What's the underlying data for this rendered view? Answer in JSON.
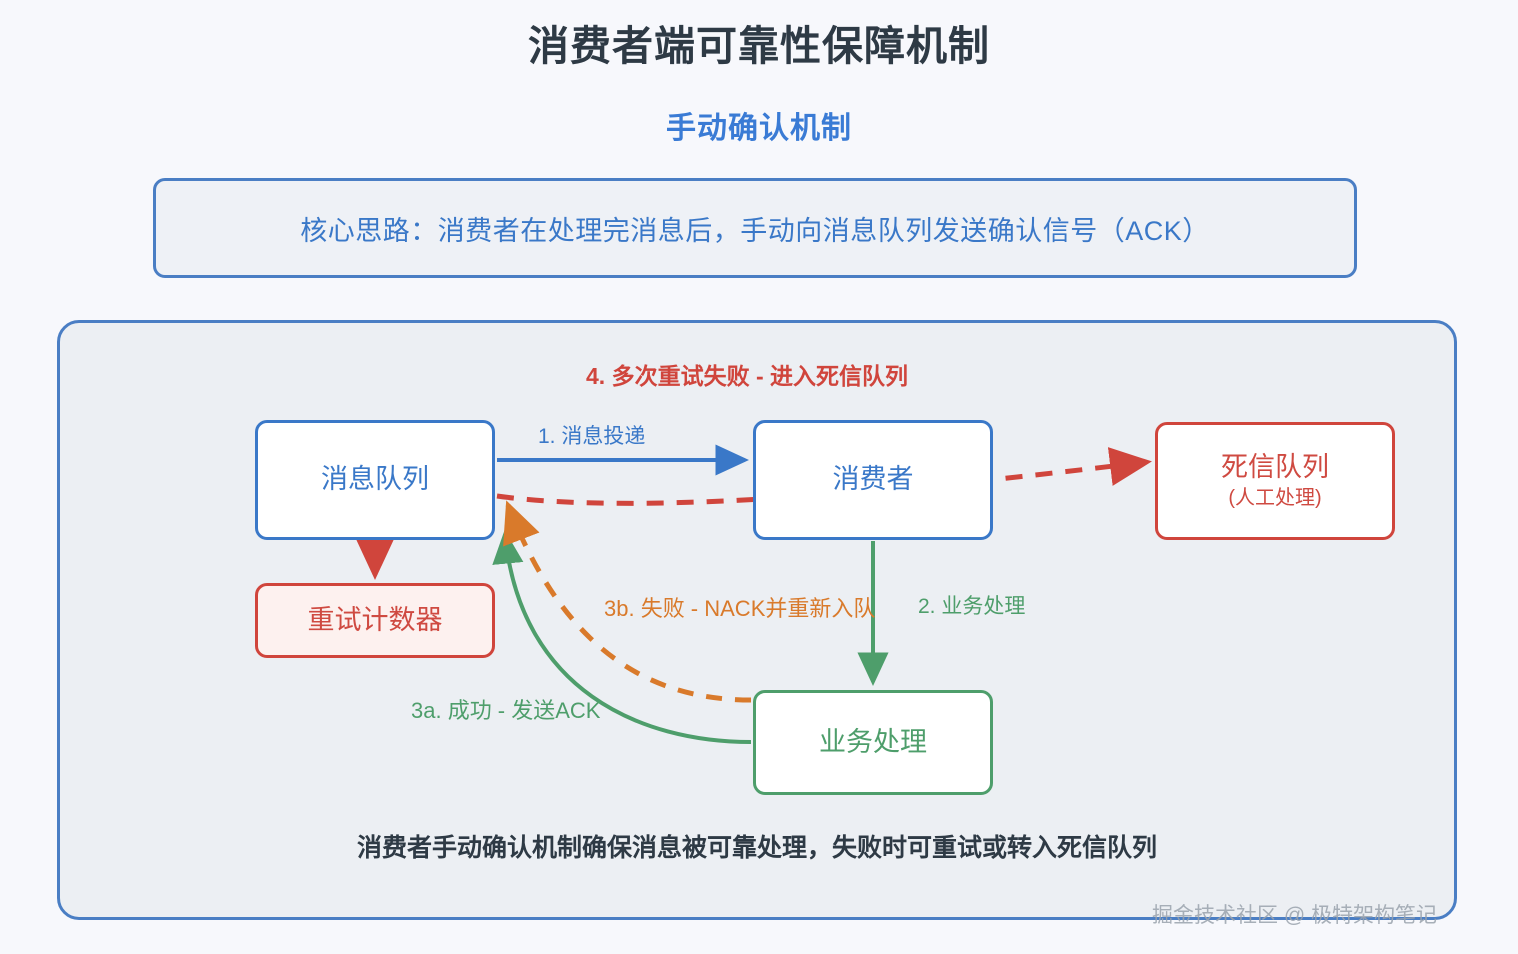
{
  "page": {
    "title": "消费者端可靠性保障机制",
    "subtitle": "手动确认机制",
    "background_color": "#f7f8fc"
  },
  "core_banner": {
    "text": "核心思路：消费者在处理完消息后，手动向消息队列发送确认信号（ACK）",
    "border_color": "#4a7ec4",
    "text_color": "#3a78c8"
  },
  "diagram": {
    "nodes": [
      {
        "id": "mq",
        "label": "消息队列",
        "sublabel": "",
        "color": "#3a78c8"
      },
      {
        "id": "consumer",
        "label": "消费者",
        "sublabel": "",
        "color": "#3a78c8"
      },
      {
        "id": "dlq",
        "label": "死信队列",
        "sublabel": "(人工处理)",
        "color": "#cf4a41"
      },
      {
        "id": "retry",
        "label": "重试计数器",
        "sublabel": "",
        "color": "#cf4a41"
      },
      {
        "id": "business",
        "label": "业务处理",
        "sublabel": "",
        "color": "#4e9e6b"
      }
    ],
    "edges": [
      {
        "id": "deliver",
        "label": "1. 消息投递",
        "from": "mq",
        "to": "consumer",
        "color": "#3a78c8",
        "style": "solid"
      },
      {
        "id": "business",
        "label": "2. 业务处理",
        "from": "consumer",
        "to": "business",
        "color": "#4e9e6b",
        "style": "solid"
      },
      {
        "id": "ack",
        "label": "3a. 成功 - 发送ACK",
        "from": "business",
        "to": "mq",
        "color": "#4e9e6b",
        "style": "solid"
      },
      {
        "id": "nack",
        "label": "3b. 失败 - NACK并重新入队",
        "from": "business",
        "to": "mq",
        "color": "#d97a2b",
        "style": "dashed"
      },
      {
        "id": "dlq",
        "label": "4. 多次重试失败 - 进入死信队列",
        "from": "mq",
        "to": "dlq",
        "color": "#d0453c",
        "style": "dashed"
      },
      {
        "id": "counter",
        "label": "",
        "from": "mq",
        "to": "retry",
        "color": "#d0453c",
        "style": "solid"
      }
    ]
  },
  "footer": {
    "note": "消费者手动确认机制确保消息被可靠处理，失败时可重试或转入死信队列"
  },
  "watermark": {
    "text": "掘金技术社区 @ 极特架构笔记"
  }
}
